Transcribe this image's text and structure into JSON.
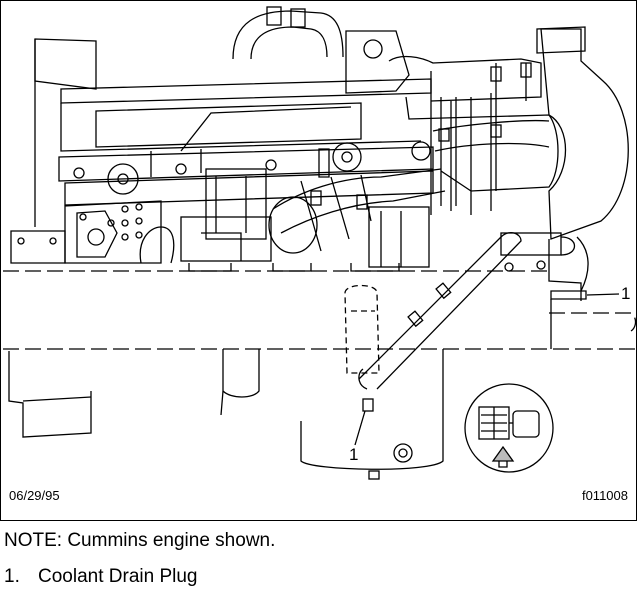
{
  "figure": {
    "date": "06/29/95",
    "figure_id": "f011008",
    "callouts": [
      "1",
      "1"
    ]
  },
  "note": "NOTE: Cummins engine shown.",
  "legend": [
    {
      "number": "1.",
      "label": "Coolant Drain Plug"
    }
  ],
  "colors": {
    "line": "#000000",
    "background": "#ffffff"
  },
  "icons": [
    "coolant-drain-plug-symbol-icon"
  ]
}
